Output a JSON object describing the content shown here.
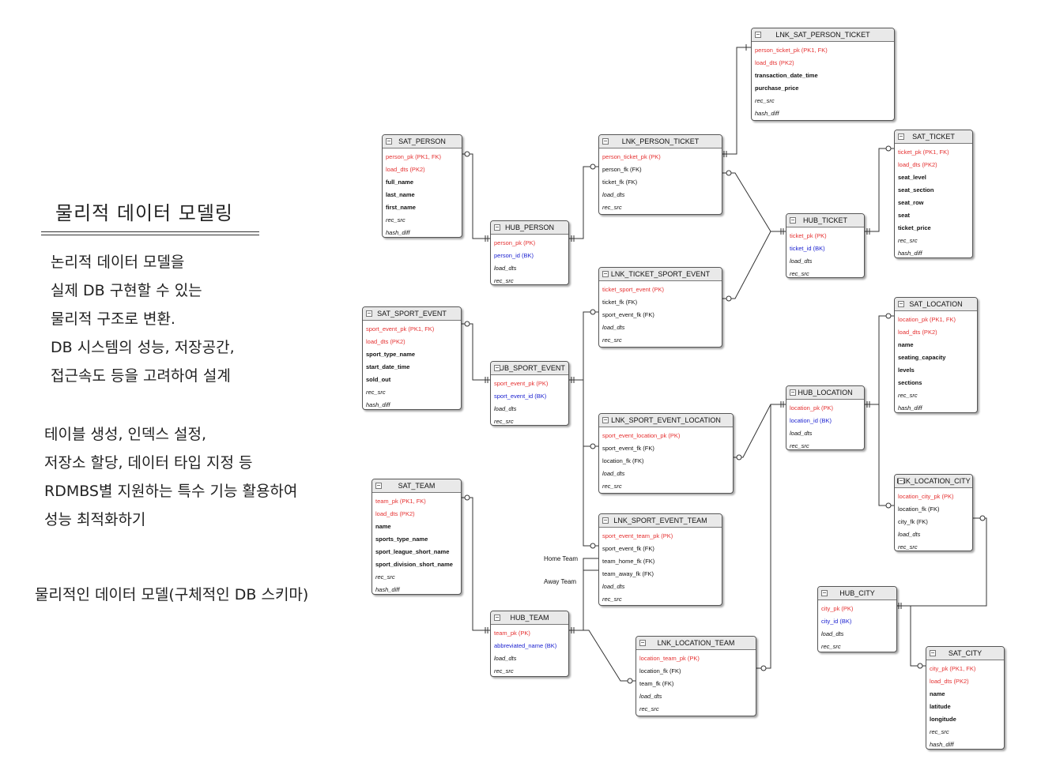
{
  "notes": {
    "title": "물리적 데이터 모델링",
    "para1": [
      "논리적 데이터 모델을",
      "실제 DB 구현할 수 있는",
      "물리적 구조로 변환.",
      "DB 시스템의 성능, 저장공간,",
      "접근속도 등을 고려하여 설계"
    ],
    "para2": [
      "테이블 생성, 인덱스 설정,",
      "저장소 할당, 데이터 타입 지정 등",
      "RDMBS별 지원하는 특수 기능 활용하여",
      "성능 최적화하기"
    ],
    "caption": "물리적인 데이터 모델(구체적인 DB 스키마)"
  },
  "relation_labels": {
    "home": "Home Team",
    "away": "Away Team"
  },
  "colors": {
    "pk": "#e53030",
    "bk": "#1c22d0",
    "header": "#e9e9e9",
    "line": "#333333"
  },
  "entities": [
    {
      "name": "LNK_SAT_PERSON_TICKET",
      "fields": [
        {
          "text": "person_ticket_pk (PK1, FK)",
          "kind": "pk"
        },
        {
          "text": "load_dts (PK2)",
          "kind": "pk"
        },
        {
          "text": "transaction_date_time",
          "kind": "b"
        },
        {
          "text": "purchase_price",
          "kind": "b"
        },
        {
          "text": "rec_src",
          "kind": "i"
        },
        {
          "text": "hash_diff",
          "kind": "i"
        }
      ]
    },
    {
      "name": "SAT_PERSON",
      "fields": [
        {
          "text": "person_pk (PK1, FK)",
          "kind": "pk"
        },
        {
          "text": "load_dts (PK2)",
          "kind": "pk"
        },
        {
          "text": "full_name",
          "kind": "b"
        },
        {
          "text": "last_name",
          "kind": "b"
        },
        {
          "text": "first_name",
          "kind": "b"
        },
        {
          "text": "rec_src",
          "kind": "i"
        },
        {
          "text": "hash_diff",
          "kind": "i"
        }
      ]
    },
    {
      "name": "LNK_PERSON_TICKET",
      "fields": [
        {
          "text": "person_ticket_pk (PK)",
          "kind": "pk"
        },
        {
          "text": "person_fk (FK)",
          "kind": "fk"
        },
        {
          "text": "ticket_fk (FK)",
          "kind": "fk"
        },
        {
          "text": "load_dts",
          "kind": "i"
        },
        {
          "text": "rec_src",
          "kind": "i"
        }
      ]
    },
    {
      "name": "SAT_TICKET",
      "fields": [
        {
          "text": "ticket_pk (PK1, FK)",
          "kind": "pk"
        },
        {
          "text": "load_dts (PK2)",
          "kind": "pk"
        },
        {
          "text": "seat_level",
          "kind": "b"
        },
        {
          "text": "seat_section",
          "kind": "b"
        },
        {
          "text": "seat_row",
          "kind": "b"
        },
        {
          "text": "seat",
          "kind": "b"
        },
        {
          "text": "ticket_price",
          "kind": "b"
        },
        {
          "text": "rec_src",
          "kind": "i"
        },
        {
          "text": "hash_diff",
          "kind": "i"
        }
      ]
    },
    {
      "name": "HUB_PERSON",
      "fields": [
        {
          "text": "person_pk (PK)",
          "kind": "pk"
        },
        {
          "text": "person_id (BK)",
          "kind": "bk"
        },
        {
          "text": "load_dts",
          "kind": "i"
        },
        {
          "text": "rec_src",
          "kind": "i"
        }
      ]
    },
    {
      "name": "HUB_TICKET",
      "fields": [
        {
          "text": "ticket_pk (PK)",
          "kind": "pk"
        },
        {
          "text": "ticket_id (BK)",
          "kind": "bk"
        },
        {
          "text": "load_dts",
          "kind": "i"
        },
        {
          "text": "rec_src",
          "kind": "i"
        }
      ]
    },
    {
      "name": "LNK_TICKET_SPORT_EVENT",
      "fields": [
        {
          "text": "ticket_sport_event (PK)",
          "kind": "pk"
        },
        {
          "text": "ticket_fk (FK)",
          "kind": "fk"
        },
        {
          "text": "sport_event_fk (FK)",
          "kind": "fk"
        },
        {
          "text": "load_dts",
          "kind": "i"
        },
        {
          "text": "rec_src",
          "kind": "i"
        }
      ]
    },
    {
      "name": "SAT_LOCATION",
      "fields": [
        {
          "text": "location_pk (PK1, FK)",
          "kind": "pk"
        },
        {
          "text": "load_dts (PK2)",
          "kind": "pk"
        },
        {
          "text": "name",
          "kind": "b"
        },
        {
          "text": "seating_capacity",
          "kind": "b"
        },
        {
          "text": "levels",
          "kind": "b"
        },
        {
          "text": "sections",
          "kind": "b"
        },
        {
          "text": "rec_src",
          "kind": "i"
        },
        {
          "text": "hash_diff",
          "kind": "i"
        }
      ]
    },
    {
      "name": "SAT_SPORT_EVENT",
      "fields": [
        {
          "text": "sport_event_pk (PK1, FK)",
          "kind": "pk"
        },
        {
          "text": "load_dts (PK2)",
          "kind": "pk"
        },
        {
          "text": "sport_type_name",
          "kind": "b"
        },
        {
          "text": "start_date_time",
          "kind": "b"
        },
        {
          "text": "sold_out",
          "kind": "b"
        },
        {
          "text": "rec_src",
          "kind": "i"
        },
        {
          "text": "hash_diff",
          "kind": "i"
        }
      ]
    },
    {
      "name": "HUB_SPORT_EVENT",
      "fields": [
        {
          "text": "sport_event_pk (PK)",
          "kind": "pk"
        },
        {
          "text": "sport_event_id (BK)",
          "kind": "bk"
        },
        {
          "text": "load_dts",
          "kind": "i"
        },
        {
          "text": "rec_src",
          "kind": "i"
        }
      ]
    },
    {
      "name": "HUB_LOCATION",
      "fields": [
        {
          "text": "location_pk (PK)",
          "kind": "pk"
        },
        {
          "text": "location_id (BK)",
          "kind": "bk"
        },
        {
          "text": "load_dts",
          "kind": "i"
        },
        {
          "text": "rec_src",
          "kind": "i"
        }
      ]
    },
    {
      "name": "LNK_SPORT_EVENT_LOCATION",
      "fields": [
        {
          "text": "sport_event_location_pk (PK)",
          "kind": "pk"
        },
        {
          "text": "sport_event_fk (FK)",
          "kind": "fk"
        },
        {
          "text": "location_fk (FK)",
          "kind": "fk"
        },
        {
          "text": "load_dts",
          "kind": "i"
        },
        {
          "text": "rec_src",
          "kind": "i"
        }
      ]
    },
    {
      "name": "SAT_TEAM",
      "fields": [
        {
          "text": "team_pk (PK1, FK)",
          "kind": "pk"
        },
        {
          "text": "load_dts (PK2)",
          "kind": "pk"
        },
        {
          "text": "name",
          "kind": "b"
        },
        {
          "text": "sports_type_name",
          "kind": "b"
        },
        {
          "text": "sport_league_short_name",
          "kind": "b"
        },
        {
          "text": "sport_division_short_name",
          "kind": "b"
        },
        {
          "text": "rec_src",
          "kind": "i"
        },
        {
          "text": "hash_diff",
          "kind": "i"
        }
      ]
    },
    {
      "name": "LNK_LOCATION_CITY",
      "fields": [
        {
          "text": "location_city_pk (PK)",
          "kind": "pk"
        },
        {
          "text": "location_fk (FK)",
          "kind": "fk"
        },
        {
          "text": "city_fk (FK)",
          "kind": "fk"
        },
        {
          "text": "load_dts",
          "kind": "i"
        },
        {
          "text": "rec_src",
          "kind": "i"
        }
      ]
    },
    {
      "name": "LNK_SPORT_EVENT_TEAM",
      "fields": [
        {
          "text": "sport_event_team_pk (PK)",
          "kind": "pk"
        },
        {
          "text": "sport_event_fk (FK)",
          "kind": "fk"
        },
        {
          "text": "team_home_fk (FK)",
          "kind": "fk"
        },
        {
          "text": "team_away_fk (FK)",
          "kind": "fk"
        },
        {
          "text": "load_dts",
          "kind": "i"
        },
        {
          "text": "rec_src",
          "kind": "i"
        }
      ]
    },
    {
      "name": "HUB_CITY",
      "fields": [
        {
          "text": "city_pk (PK)",
          "kind": "pk"
        },
        {
          "text": "city_id (BK)",
          "kind": "bk"
        },
        {
          "text": "load_dts",
          "kind": "i"
        },
        {
          "text": "rec_src",
          "kind": "i"
        }
      ]
    },
    {
      "name": "HUB_TEAM",
      "fields": [
        {
          "text": "team_pk (PK)",
          "kind": "pk"
        },
        {
          "text": "abbreviated_name (BK)",
          "kind": "bk"
        },
        {
          "text": "load_dts",
          "kind": "i"
        },
        {
          "text": "rec_src",
          "kind": "i"
        }
      ]
    },
    {
      "name": "LNK_LOCATION_TEAM",
      "fields": [
        {
          "text": "location_team_pk (PK)",
          "kind": "pk"
        },
        {
          "text": "location_fk (FK)",
          "kind": "fk"
        },
        {
          "text": "team_fk (FK)",
          "kind": "fk"
        },
        {
          "text": "load_dts",
          "kind": "i"
        },
        {
          "text": "rec_src",
          "kind": "i"
        }
      ]
    },
    {
      "name": "SAT_CITY",
      "fields": [
        {
          "text": "city_pk (PK1, FK)",
          "kind": "pk"
        },
        {
          "text": "load_dts (PK2)",
          "kind": "pk"
        },
        {
          "text": "name",
          "kind": "b"
        },
        {
          "text": "latitude",
          "kind": "b"
        },
        {
          "text": "longitude",
          "kind": "b"
        },
        {
          "text": "rec_src",
          "kind": "i"
        },
        {
          "text": "hash_diff",
          "kind": "i"
        }
      ]
    }
  ]
}
